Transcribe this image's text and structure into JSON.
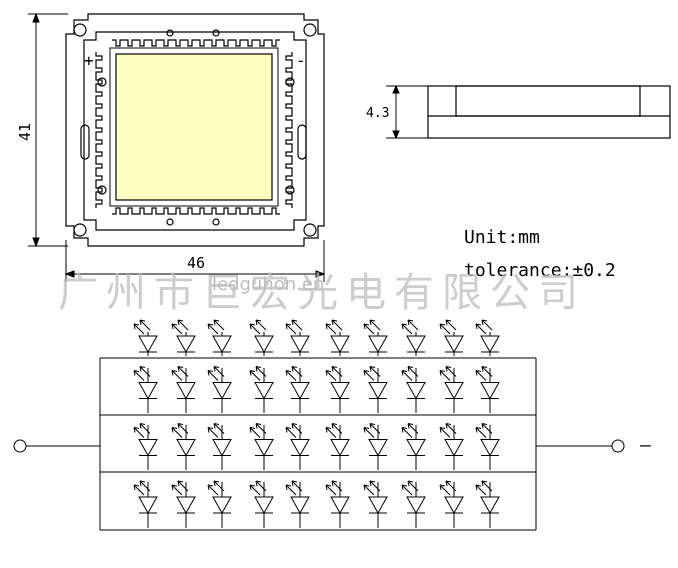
{
  "dimensions": {
    "width_label": "46",
    "height_label": "41",
    "thickness_label": "4.3"
  },
  "notes": {
    "unit": "Unit:mm",
    "tolerance": "tolerance:±0.2"
  },
  "polarity": {
    "plus": "+",
    "minus": "-"
  },
  "watermark": {
    "chinese": "广州市巨宏光电有限公司",
    "url": "ledguhon.en"
  },
  "circuit": {
    "rows": 4,
    "columns": 10,
    "negative_terminal": "—"
  },
  "colors": {
    "led_emitter": "#ffffc0",
    "line": "#000000",
    "watermark": "#bdbdbd"
  }
}
